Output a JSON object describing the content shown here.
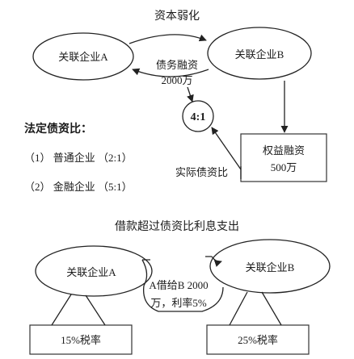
{
  "top": {
    "title": "资本弱化",
    "left_node": "关联企业A",
    "right_node": "关联企业B",
    "debt_label_1": "债务融资",
    "debt_label_2": "2000万",
    "ratio_circle": "4:1",
    "legal_heading": "法定债资比：",
    "legal_items": [
      "（1） 普通企业 （2:1）",
      "（2） 金融企业 （5:1）"
    ],
    "actual_label": "实际债资比",
    "equity_label_1": "权益融资",
    "equity_label_2": "500万"
  },
  "bottom": {
    "title": "借款超过债资比利息支出",
    "left_node": "关联企业A",
    "right_node": "关联企业B",
    "loan_label_1": "A借给B  2000",
    "loan_label_2": "万，利率5%",
    "left_rate": "15%税率",
    "right_rate": "25%税率"
  },
  "colors": {
    "line": "#222222",
    "text": "#1a1a1a",
    "background": "#ffffff"
  }
}
